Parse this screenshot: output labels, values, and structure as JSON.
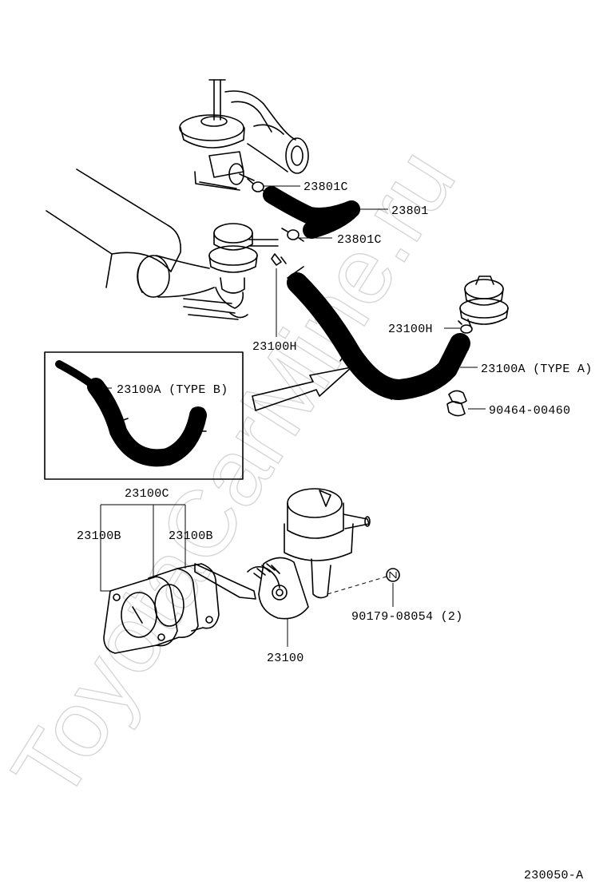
{
  "watermark": "ToyotaCarMine.ru",
  "diagram_code": "230050-A",
  "callouts": {
    "clamp_top": "23801C",
    "vacuum_hose": "23801",
    "clamp_lower": "23801C",
    "hose_clip_left": "23100H",
    "hose_clip_right": "23100H",
    "fuel_hose_type_a": "23100A (TYPE  A)",
    "clip": "90464-00460",
    "fuel_hose_type_b": "23100A (TYPE  B)",
    "insulator_set": "23100C",
    "gasket_left": "23100B",
    "gasket_right": "23100B",
    "nut": "90179-08054 (2)",
    "fuel_pump": "23100"
  },
  "colors": {
    "line": "#000000",
    "watermark": "#d6d6d6",
    "background": "#ffffff"
  }
}
